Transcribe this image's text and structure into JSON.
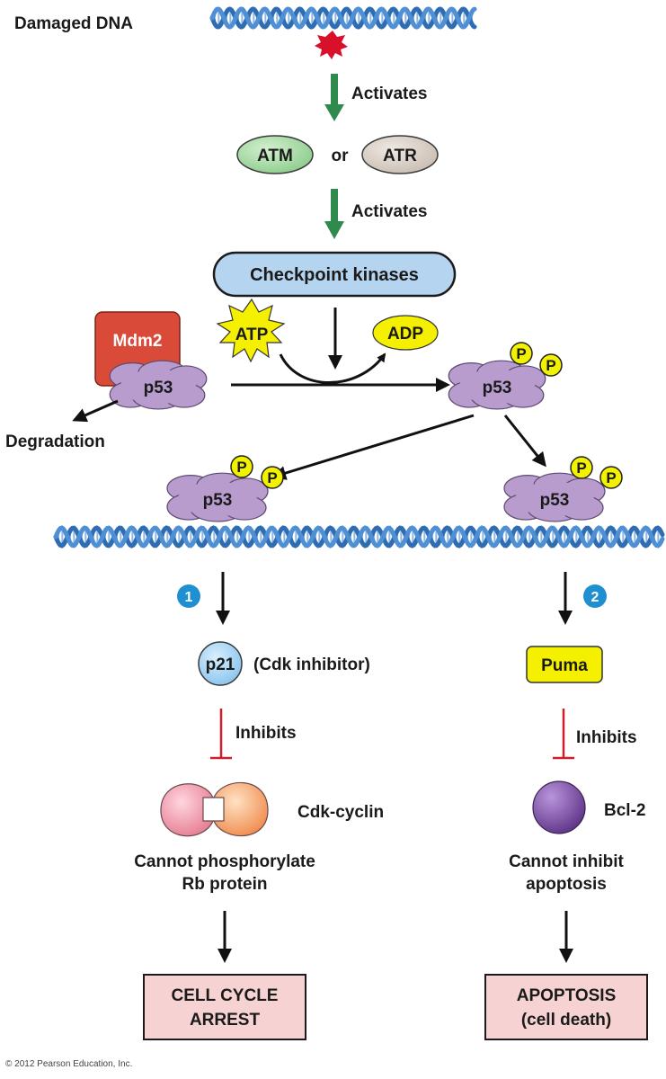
{
  "top": {
    "damaged_dna_label": "Damaged DNA",
    "activates_1": "Activates",
    "atm": "ATM",
    "or": "or",
    "atr": "ATR",
    "activates_2": "Activates",
    "checkpoint_kinases": "Checkpoint kinases"
  },
  "middle": {
    "mdm2": "Mdm2",
    "p53_bound": "p53",
    "atp": "ATP",
    "adp": "ADP",
    "p53_phosphorylated": "p53",
    "phospho_label": "P",
    "degradation": "Degradation",
    "p53_left": "p53",
    "p53_right": "p53"
  },
  "left_branch": {
    "step": "1",
    "p21": "p21",
    "p21_note": "(Cdk inhibitor)",
    "inhibits": "Inhibits",
    "cdk_cyclin": "Cdk-cyclin",
    "effect_line1": "Cannot phosphorylate",
    "effect_line2": "Rb protein",
    "outcome_line1": "CELL CYCLE",
    "outcome_line2": "ARREST"
  },
  "right_branch": {
    "step": "2",
    "puma": "Puma",
    "inhibits": "Inhibits",
    "bcl2": "Bcl-2",
    "effect_line1": "Cannot inhibit",
    "effect_line2": "apoptosis",
    "outcome_line1": "APOPTOSIS",
    "outcome_line2": "(cell death)"
  },
  "copyright": "© 2012 Pearson Education, Inc.",
  "colors": {
    "green_arrow": "#2f8a4e",
    "atm": "#a8d8a8",
    "atr": "#d8d0c8",
    "kinase_box": "#b4d4f0",
    "mdm2": "#d94a38",
    "p53": "#b89cce",
    "phospho": "#f2f200",
    "p21": "#a9d6f4",
    "puma": "#f5f000",
    "bcl2": "#7d4fa3",
    "outcome_box": "#f6d3d2",
    "inhibit_red": "#cc1f2a",
    "dna_blue": "#3f7fc4",
    "step_circle": "#1e8fd0"
  },
  "icons": [
    "dna-helix-icon",
    "damage-burst-icon",
    "atp-burst-icon",
    "cdk-cyclin-icon",
    "bcl2-sphere-icon"
  ]
}
